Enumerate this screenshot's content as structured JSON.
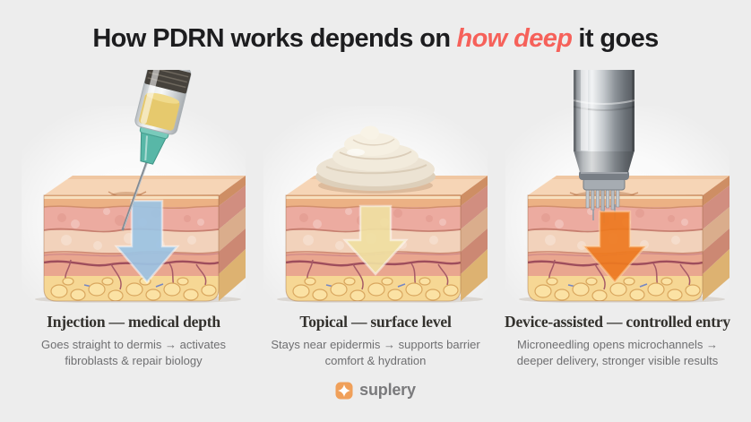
{
  "title": {
    "prefix": "How PDRN works depends on",
    "highlight": "how deep",
    "suffix": "it goes"
  },
  "panels": [
    {
      "id": "injection",
      "illustration": "syringe-into-skin",
      "arrow_color": "#9cc4e4",
      "heading": "Injection — medical depth",
      "description": "Goes straight to dermis → activates fibroblasts & repair biology"
    },
    {
      "id": "topical",
      "illustration": "cream-on-skin",
      "arrow_color": "#f0e0a2",
      "heading": "Topical — surface level",
      "description": "Stays near epidermis → supports barrier comfort & hydration"
    },
    {
      "id": "device-assisted",
      "illustration": "microneedling-device-on-skin",
      "arrow_color": "#ee7a20",
      "heading": "Device-assisted — controlled entry",
      "description": "Microneedling opens microchannels → deeper delivery, stronger visible results"
    }
  ],
  "footer": {
    "brand": "suplery",
    "logo_color": "#f0a05a"
  },
  "theme": {
    "background": "#ededed",
    "accent": "#f6615a",
    "title_color": "#1d1d1f",
    "heading_color": "#33312d",
    "body_color": "#6f6f71"
  }
}
